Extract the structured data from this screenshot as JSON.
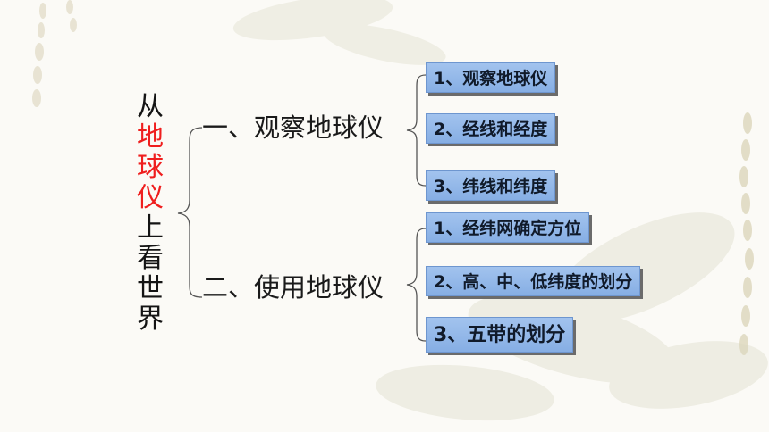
{
  "title_chars": [
    {
      "char": "从",
      "highlight": false
    },
    {
      "char": "地",
      "highlight": true
    },
    {
      "char": "球",
      "highlight": true
    },
    {
      "char": "仪",
      "highlight": true
    },
    {
      "char": "上",
      "highlight": false
    },
    {
      "char": "看",
      "highlight": false
    },
    {
      "char": "世",
      "highlight": false
    },
    {
      "char": "界",
      "highlight": false
    }
  ],
  "sections": [
    {
      "label": "一、观察地球仪",
      "items": [
        "1、观察地球仪",
        "2、经线和经度",
        "3、纬线和纬度"
      ]
    },
    {
      "label": "二、使用地球仪",
      "items": [
        "1、经纬网确定方位",
        "2、高、中、低纬度的划分",
        "3、五带的划分"
      ]
    }
  ],
  "colors": {
    "highlight": "#ef1e1e",
    "box_fill": "#8eb4e6",
    "text": "#1a1a1a"
  }
}
